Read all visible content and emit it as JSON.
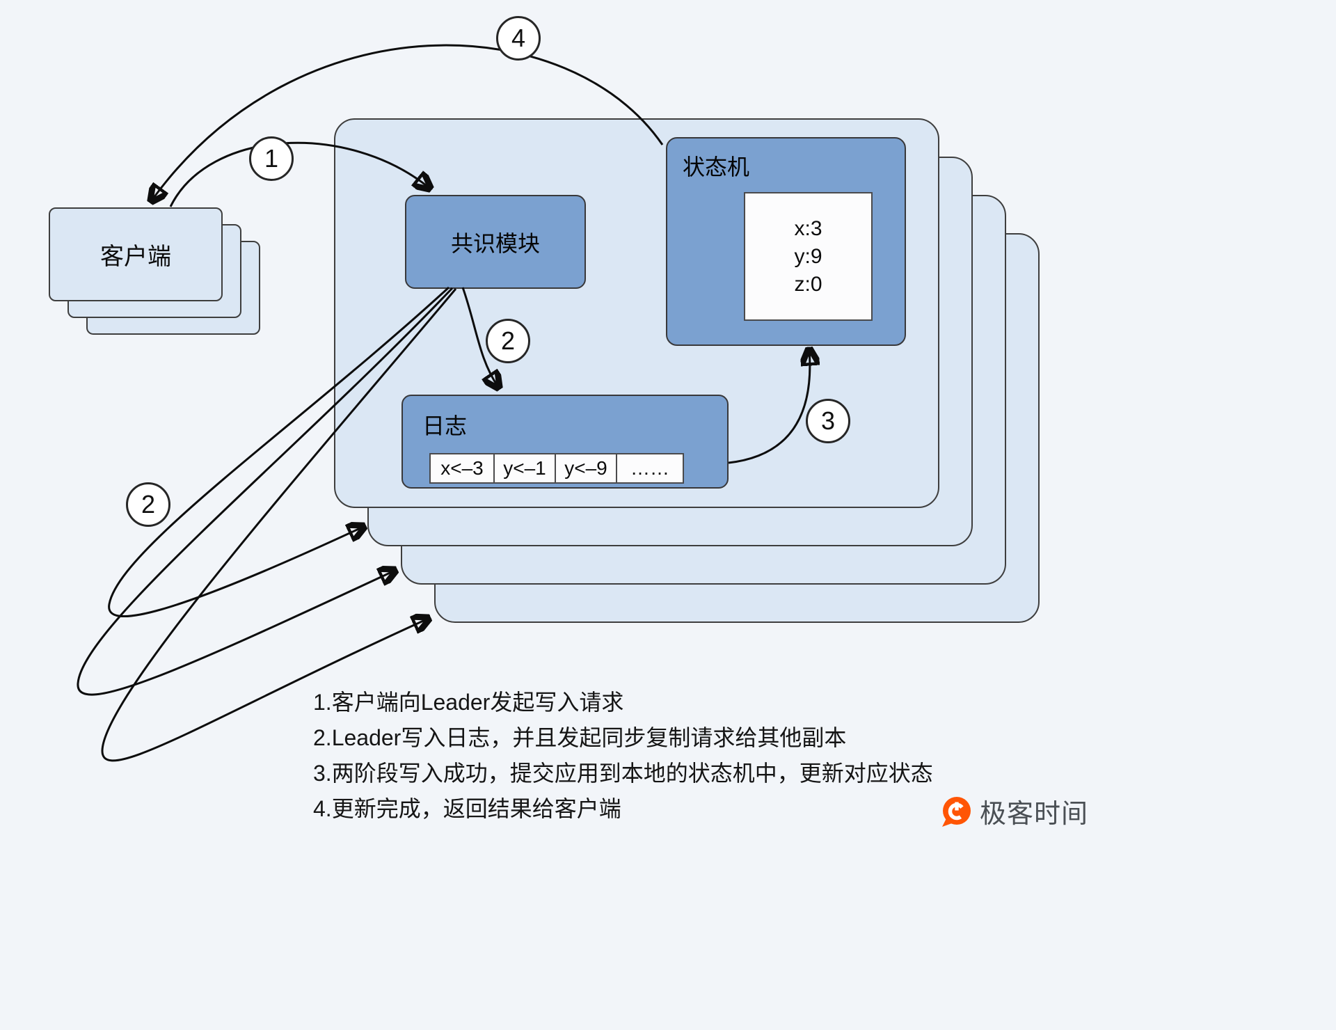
{
  "colors": {
    "background": "#f2f5f9",
    "light_box": "#dbe7f4",
    "module_blue": "#7ba1d0",
    "stroke": "#3e3e3e",
    "brand_orange": "#ff5505"
  },
  "client": {
    "label": "客户端"
  },
  "server": {
    "consensus_label": "共识模块",
    "state_machine": {
      "label": "状态机",
      "values": [
        "x:3",
        "y:9",
        "z:0"
      ]
    },
    "log": {
      "label": "日志",
      "entries": [
        "x<–3",
        "y<–1",
        "y<–9",
        "……"
      ]
    }
  },
  "steps": {
    "one": "1",
    "two": "2",
    "three": "3",
    "four": "4"
  },
  "legend": {
    "line1": "1.客户端向Leader发起写入请求",
    "line2": "2.Leader写入日志，并且发起同步复制请求给其他副本",
    "line3": "3.两阶段写入成功，提交应用到本地的状态机中，更新对应状态",
    "line4": "4.更新完成，返回结果给客户端"
  },
  "brand": {
    "name": "极客时间"
  }
}
